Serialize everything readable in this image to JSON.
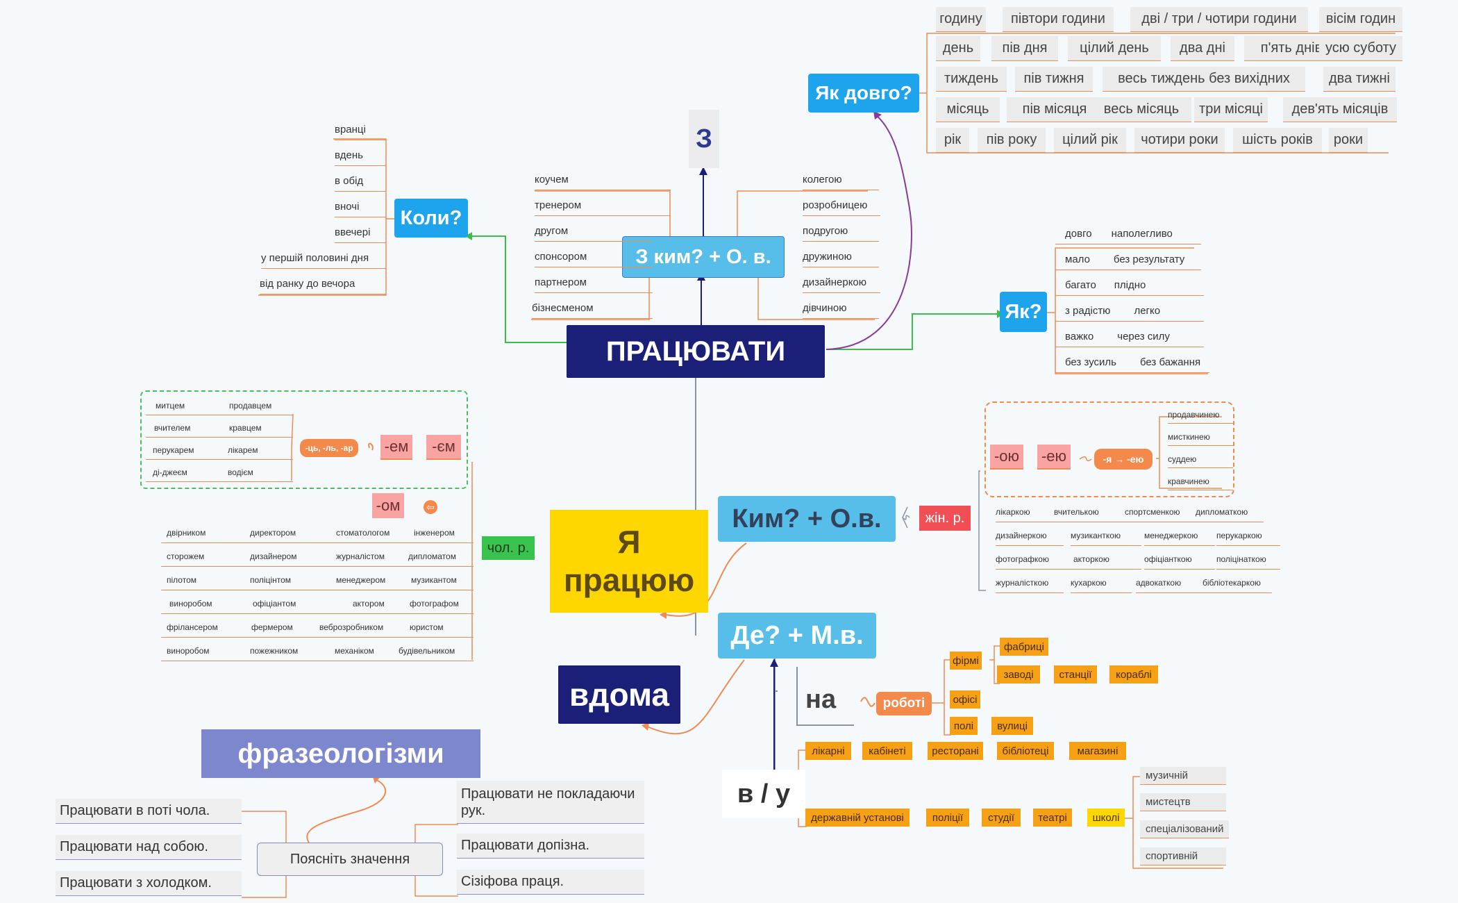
{
  "center": {
    "main": "ПРАЦЮВАТИ",
    "ya": "Я працюю",
    "vdoma": "вдома"
  },
  "questions": {
    "kym": "З ким?  + О. в.",
    "z": "З",
    "koly": "Коли?",
    "yak": "Як?",
    "yak_dovho": "Як довго?",
    "kym_ov": "Ким? + О.в.",
    "de": "Де? + М.в."
  },
  "kym_left": [
    "коучем",
    "тренером",
    "другом",
    "спонсором",
    "партнером",
    "бізнесменом"
  ],
  "kym_right": [
    "колегою",
    "розробницею",
    "подругою",
    "дружиною",
    "дизайнеркою",
    "дівчиною"
  ],
  "koly": [
    "вранці",
    "вдень",
    "в обід",
    "вночі",
    "ввечері",
    "у першій половині дня",
    "від ранку до вечора"
  ],
  "yak": [
    [
      "довго",
      "наполегливо"
    ],
    [
      "мало",
      "без результату"
    ],
    [
      "багато",
      "плідно"
    ],
    [
      "з радістю",
      "легко"
    ],
    [
      "важко",
      "через силу"
    ],
    [
      "без зусиль",
      "без бажання"
    ]
  ],
  "duration": [
    [
      "годину",
      "півтори години",
      "дві / три / чотири години",
      "вісім годин"
    ],
    [
      "день",
      "пів дня",
      "цілий день",
      "два дні",
      "п'ять днів",
      "усю суботу"
    ],
    [
      "тиждень",
      "пів тижня",
      "весь тиждень без вихідних",
      "два тижні"
    ],
    [
      "місяць",
      "пів місяця",
      "весь місяць",
      "три місяці",
      "дев'ять місяців"
    ],
    [
      "рік",
      "пів року",
      "цілий рік",
      "чотири роки",
      "шість років",
      "роки"
    ]
  ],
  "masc": {
    "label": "чол. р.",
    "endings": [
      "-ем",
      "-єм",
      "-ом"
    ],
    "rule": "-ць, -ль, -ар",
    "rule_words": [
      [
        "митцем",
        "продавцем"
      ],
      [
        "вчителем",
        "кравцем"
      ],
      [
        "перукарем",
        "лікарем"
      ],
      [
        "ді-джеєм",
        "водієм"
      ]
    ],
    "words": [
      [
        "двірником",
        "директором",
        "стоматологом",
        "інженером"
      ],
      [
        "сторожем",
        "дизайнером",
        "журналістом",
        "дипломатом"
      ],
      [
        "пілотом",
        "поліцінтом",
        "менеджером",
        "музикантом"
      ],
      [
        "виноробом",
        "офіціантом",
        "актором",
        "фотографом"
      ],
      [
        "фрілансером",
        "фермером",
        "веброзробником",
        "юристом"
      ],
      [
        "виноробом",
        "пожежником",
        "механіком",
        "будівельником"
      ]
    ]
  },
  "fem": {
    "label": "жін. р.",
    "endings": [
      "-ою",
      "-ею"
    ],
    "rule": "-я → -ею",
    "rule_words": [
      "продавчинею",
      "мисткинею",
      "суддею",
      "кравчинею"
    ],
    "words": [
      [
        "лікаркою",
        "вчителькою",
        "спортсменкою",
        "дипломаткою"
      ],
      [
        "дизайнеркою",
        "музиканткою",
        "менеджеркою",
        "перукаркою"
      ],
      [
        "фотографкою",
        "акторкою",
        "офіціанткою",
        "поліцінаткою"
      ],
      [
        "журналісткою",
        "кухаркою",
        "адвокаткою",
        "бібліотекаркою"
      ]
    ]
  },
  "de": {
    "na": "на",
    "robota": "роботі",
    "firma": "фірмі",
    "firm_sub": [
      "фабриці",
      "заводі",
      "станції",
      "кораблі"
    ],
    "na_other": [
      "офісі",
      "полі",
      "вулиці"
    ],
    "vu": "в / у",
    "vu_row1": [
      "лікарні",
      "кабінеті",
      "ресторані",
      "бібліотеці",
      "магазині"
    ],
    "vu_row2": [
      "державній установі",
      "поліції",
      "студії",
      "театрі",
      "школі"
    ],
    "shkoly": [
      "музичній",
      "мистецтв",
      "спеціалізований",
      "спортивній"
    ]
  },
  "phrases": {
    "title": "фразеологізми",
    "button": "Поясніть значення",
    "left": [
      "Працювати в поті чола.",
      "Працювати над собою.",
      "Працювати з холодком."
    ],
    "right": [
      "Працювати не покладаючи рук.",
      "Працювати допізна.",
      "Сізіфова праця."
    ]
  },
  "colors": {
    "hub": "#1b1f78",
    "question": "#1ea4ec",
    "yellow": "#fed600",
    "orange_line": "#ef8b51",
    "purple": "#7d87cd"
  }
}
